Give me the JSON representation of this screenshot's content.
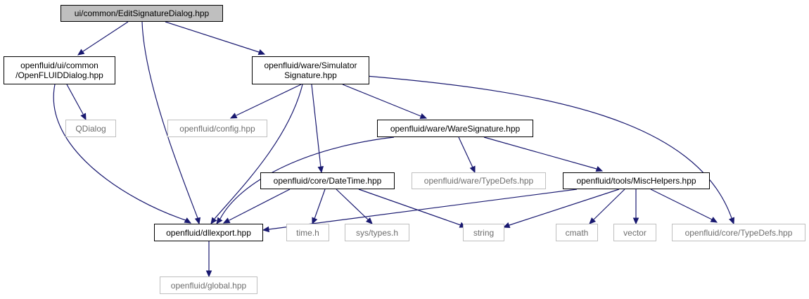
{
  "colors": {
    "edge": "#191970",
    "root_fill": "#bfbfbf",
    "external_border": "#bfbfbf",
    "external_text": "#6e6e6e"
  },
  "nodes": {
    "root": "ui/common/EditSignatureDialog.hpp",
    "openfluid_dialog": "openfluid/ui/common\n/OpenFLUIDDialog.hpp",
    "simulator_signature": "openfluid/ware/Simulator\nSignature.hpp",
    "qdialog": "QDialog",
    "config": "openfluid/config.hpp",
    "ware_signature": "openfluid/ware/WareSignature.hpp",
    "datetime": "openfluid/core/DateTime.hpp",
    "ware_typedefs": "openfluid/ware/TypeDefs.hpp",
    "misc_helpers": "openfluid/tools/MiscHelpers.hpp",
    "dllexport": "openfluid/dllexport.hpp",
    "time_h": "time.h",
    "sys_types": "sys/types.h",
    "string": "string",
    "cmath": "cmath",
    "vector": "vector",
    "core_typedefs": "openfluid/core/TypeDefs.hpp",
    "global": "openfluid/global.hpp"
  }
}
